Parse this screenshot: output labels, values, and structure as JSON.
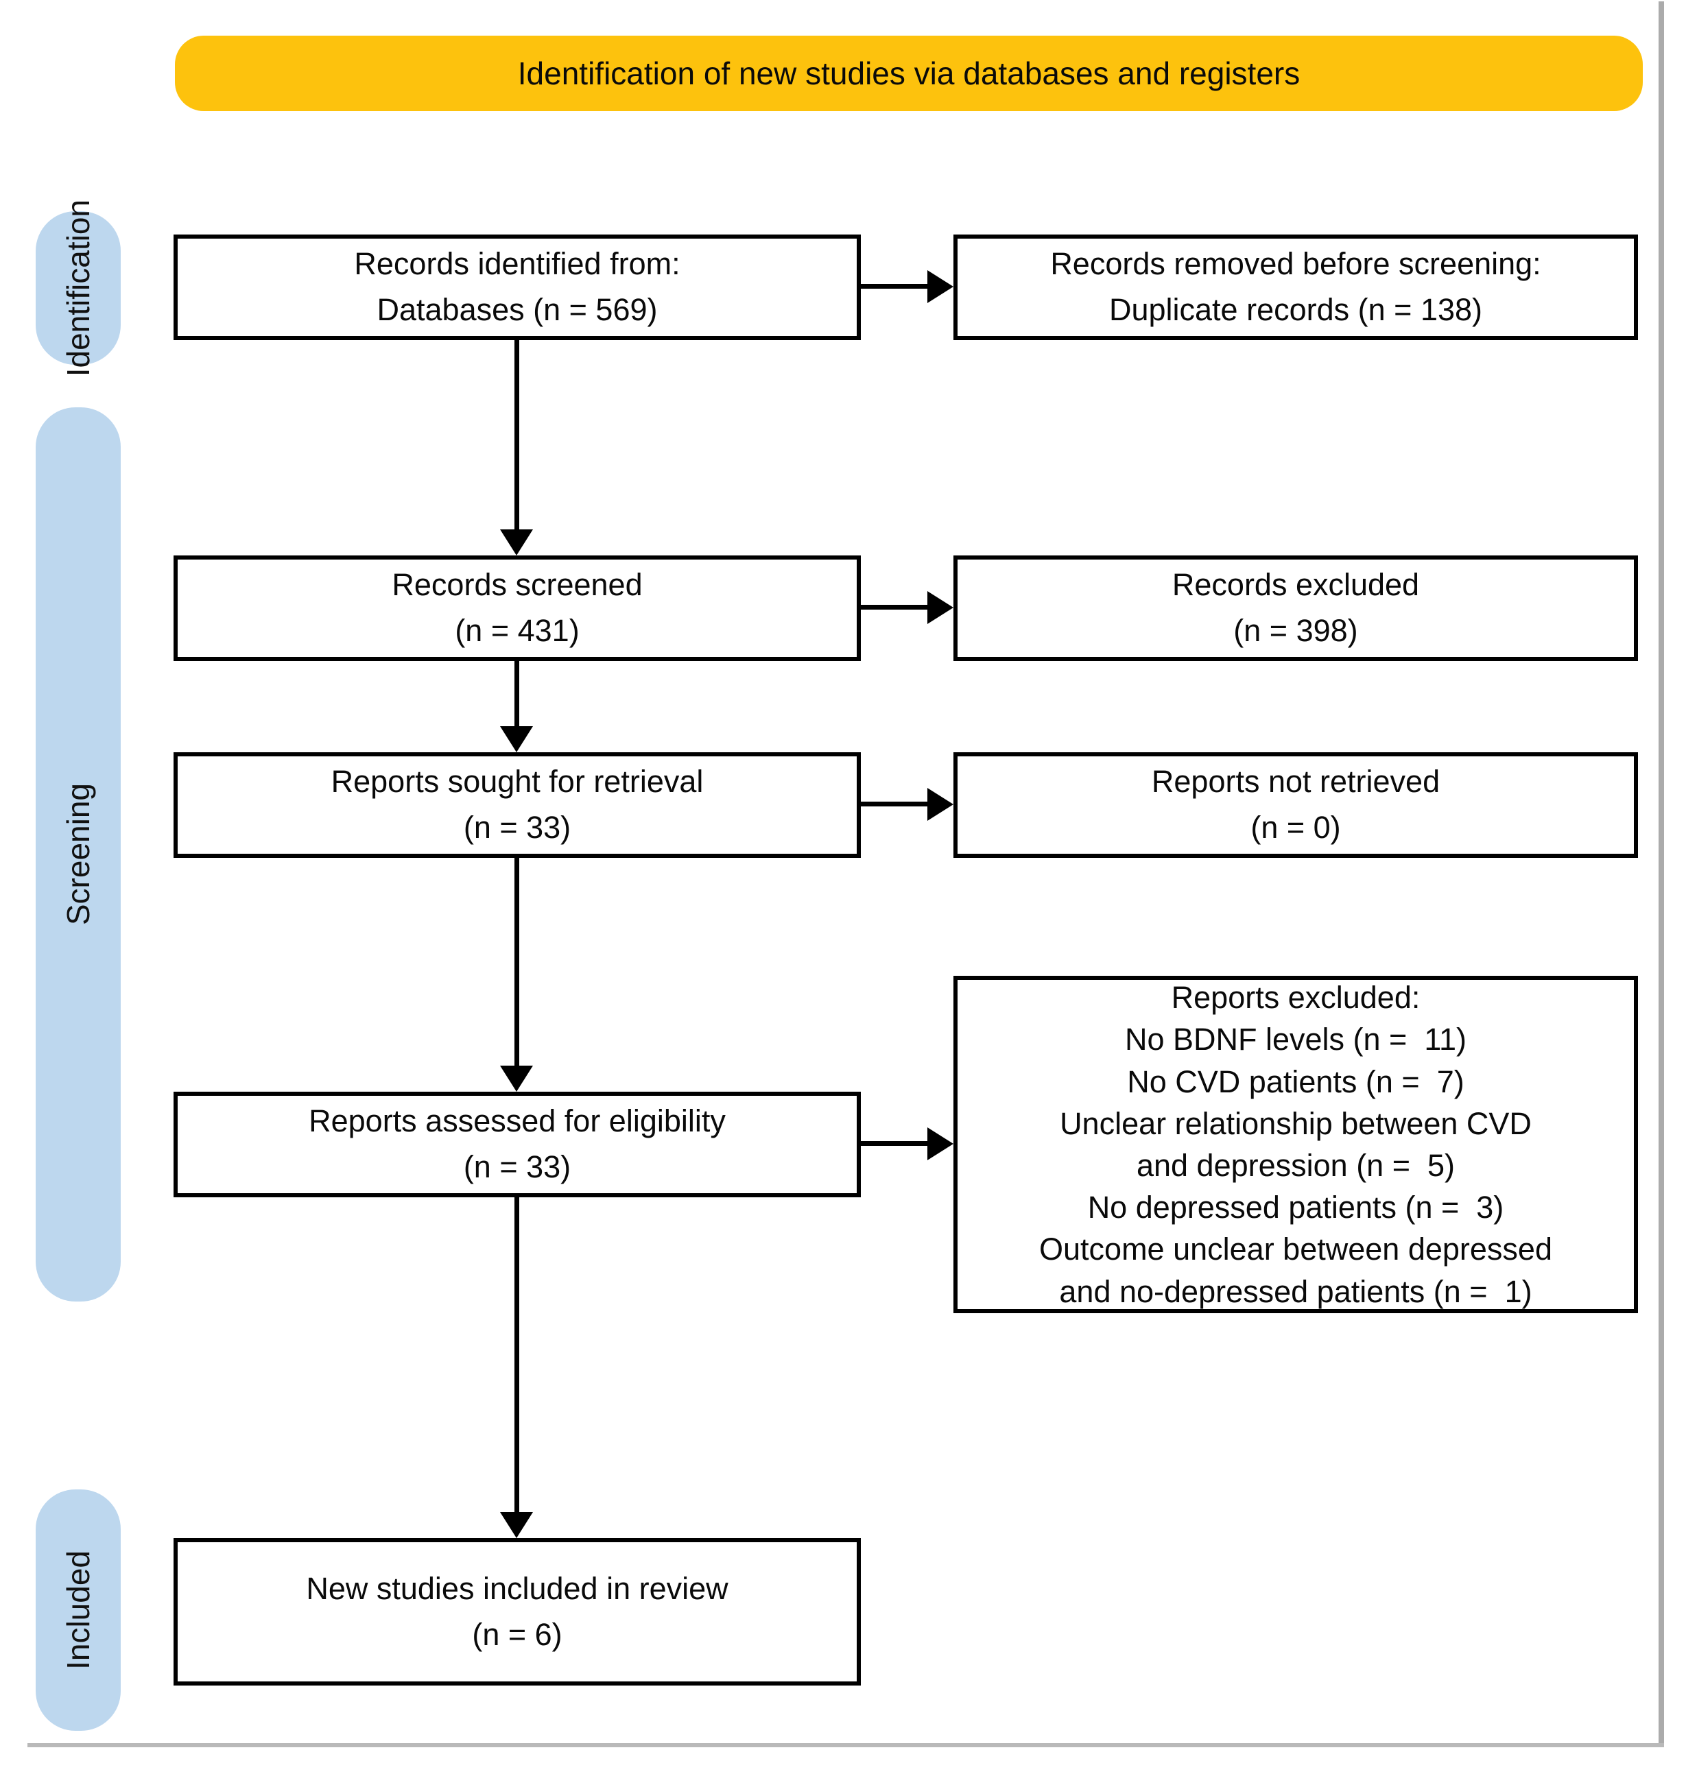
{
  "title": "PRISMA 2020 flow diagram",
  "colors": {
    "banner_bg": "#FDC20D",
    "stage_pill_bg": "#BDD7EE",
    "box_border": "#000000",
    "frame_shadow": "#ABABAB"
  },
  "banner": {
    "label": "Identification of new studies via databases and registers"
  },
  "sidebar": {
    "stages": [
      {
        "label": "Identification"
      },
      {
        "label": "Screening"
      },
      {
        "label": "Included"
      }
    ]
  },
  "flow": {
    "main": [
      {
        "text": "Records identified from:\nDatabases (n = 569)"
      },
      {
        "text": "Records screened\n(n = 431)"
      },
      {
        "text": "Reports sought for retrieval\n(n = 33)"
      },
      {
        "text": "Reports assessed for eligibility\n(n = 33)"
      },
      {
        "text": "New studies included in review\n(n = 6)"
      }
    ],
    "side": [
      {
        "text": "Records removed before screening:\nDuplicate records (n = 138)"
      },
      {
        "text": "Records excluded\n(n = 398)"
      },
      {
        "text": "Reports not retrieved\n(n = 0)"
      },
      {
        "text": "Reports excluded:\nNo BDNF levels (n =  11)\nNo CVD patients (n =  7)\nUnclear relationship between CVD\nand depression (n =  5)\nNo depressed patients (n =  3)\nOutcome unclear between depressed\nand no-depressed patients (n =  1)"
      }
    ]
  }
}
